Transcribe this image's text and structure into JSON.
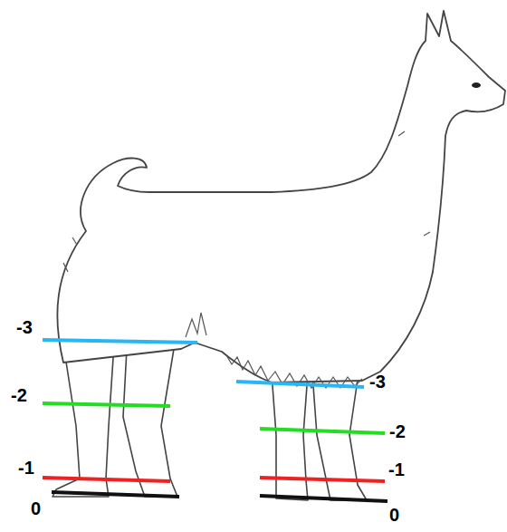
{
  "diagram": {
    "labels": [
      "-3",
      "-2",
      "-1",
      "0",
      "-3",
      "-2",
      "-1",
      "0"
    ]
  }
}
